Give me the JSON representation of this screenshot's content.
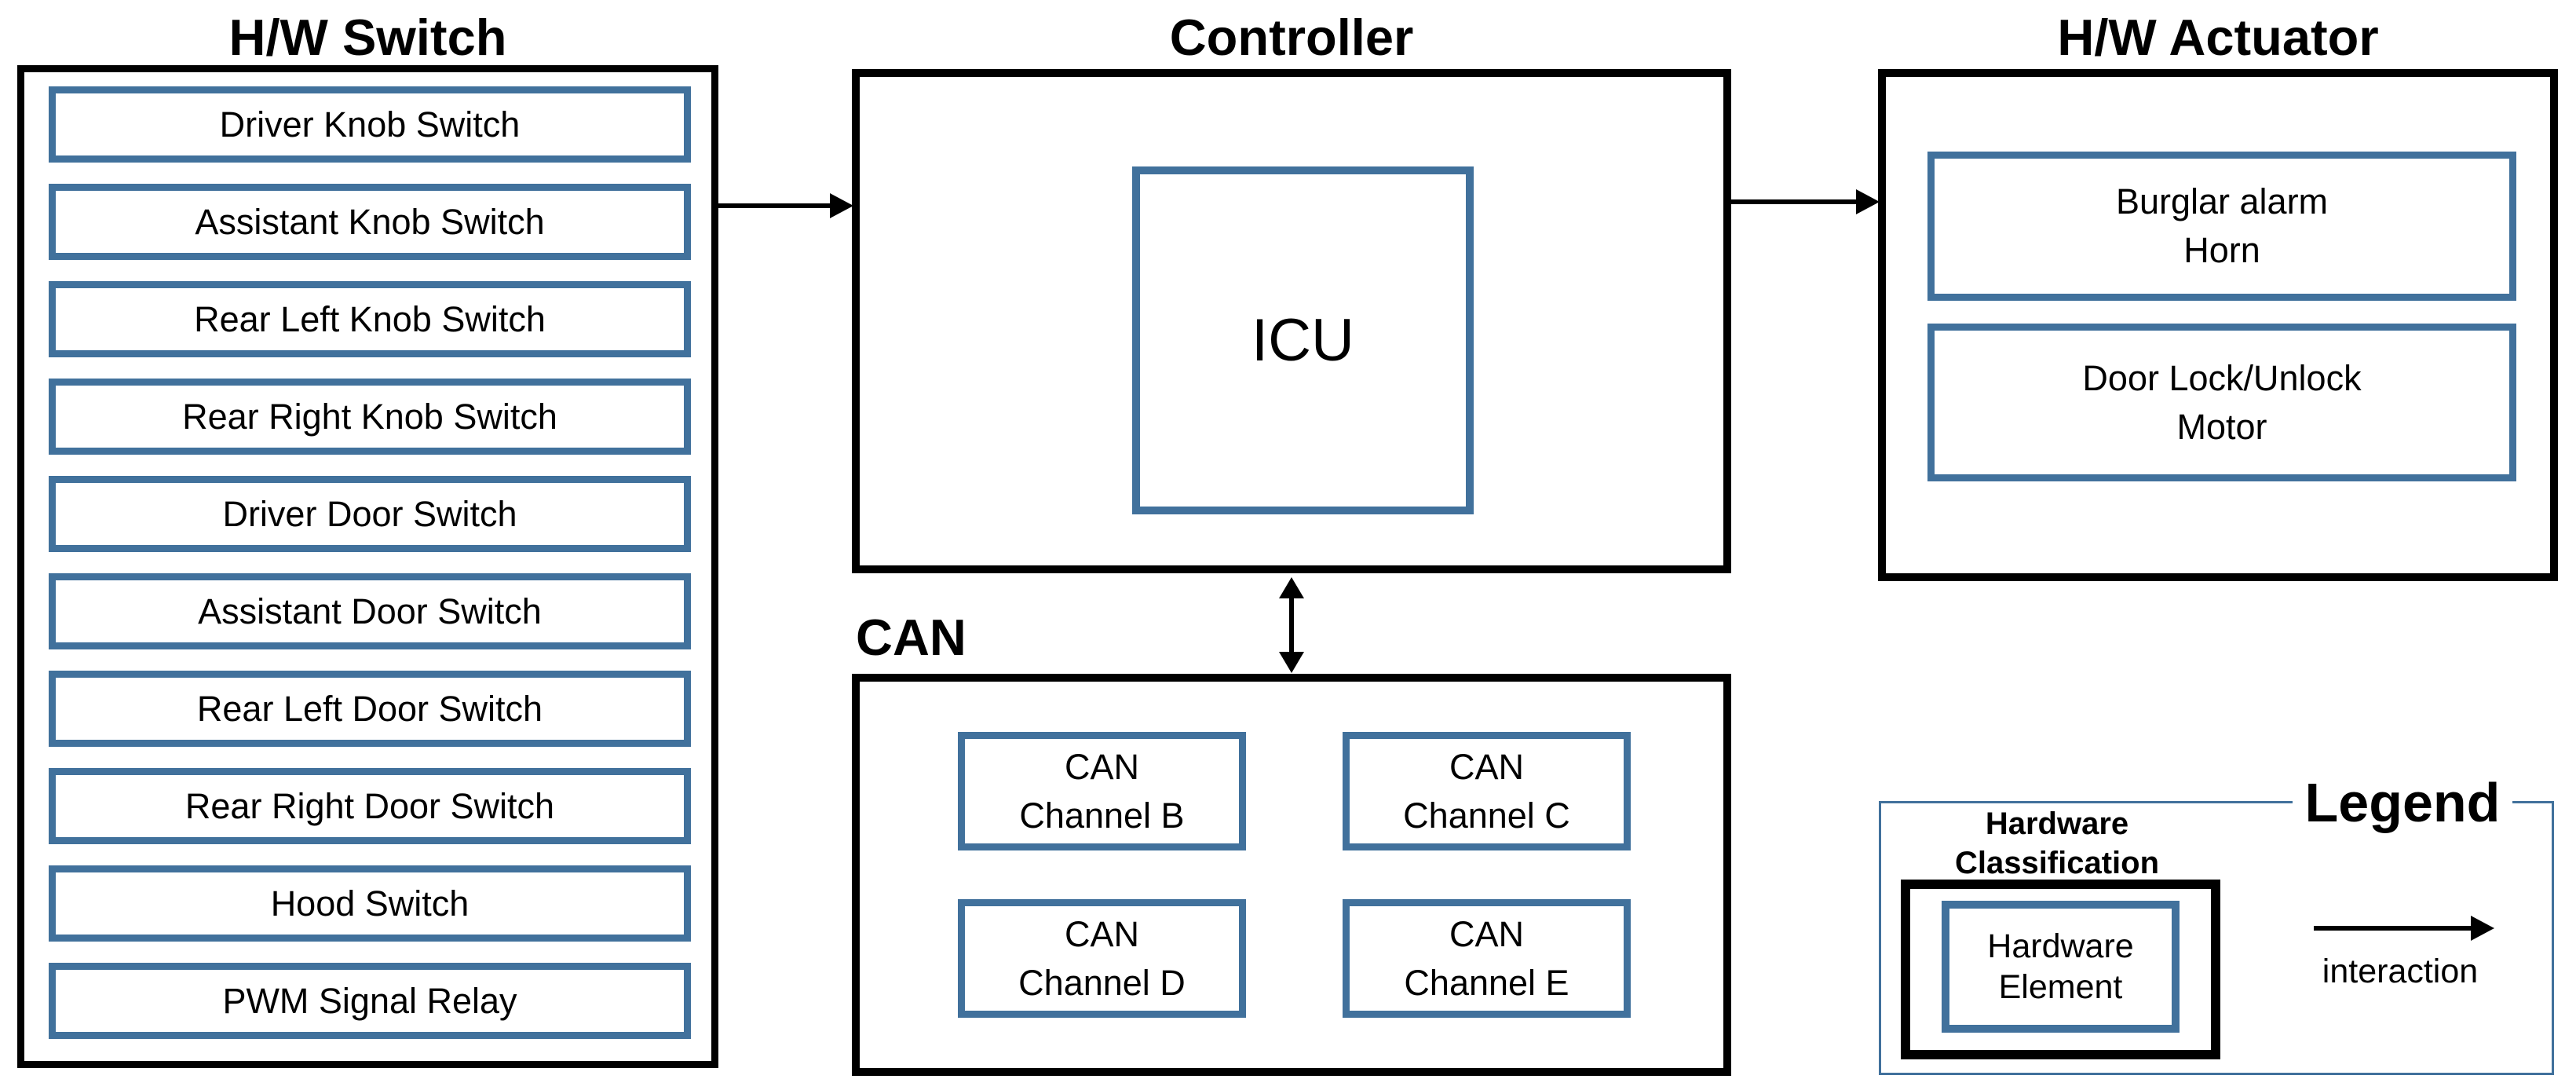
{
  "colors": {
    "accent_blue": "#41719C",
    "line_black": "#000000",
    "background": "#FFFFFF"
  },
  "hw_switch": {
    "title": "H/W Switch",
    "items": [
      "Driver Knob Switch",
      "Assistant Knob Switch",
      "Rear Left Knob Switch",
      "Rear Right Knob Switch",
      "Driver Door Switch",
      "Assistant Door Switch",
      "Rear Left Door Switch",
      "Rear Right Door Switch",
      "Hood Switch",
      "PWM Signal Relay"
    ]
  },
  "controller": {
    "title": "Controller",
    "icu_label": "ICU"
  },
  "can": {
    "title": "CAN",
    "channels": [
      {
        "line1": "CAN",
        "line2": "Channel B"
      },
      {
        "line1": "CAN",
        "line2": "Channel C"
      },
      {
        "line1": "CAN",
        "line2": "Channel D"
      },
      {
        "line1": "CAN",
        "line2": "Channel E"
      }
    ]
  },
  "hw_actuator": {
    "title": "H/W Actuator",
    "items": [
      {
        "line1": "Burglar alarm",
        "line2": "Horn"
      },
      {
        "line1": "Door Lock/Unlock",
        "line2": "Motor"
      }
    ]
  },
  "legend": {
    "title": "Legend",
    "classification": {
      "line1": "Hardware",
      "line2": "Classification"
    },
    "element": {
      "line1": "Hardware",
      "line2": "Element"
    },
    "interaction_label": "interaction"
  }
}
